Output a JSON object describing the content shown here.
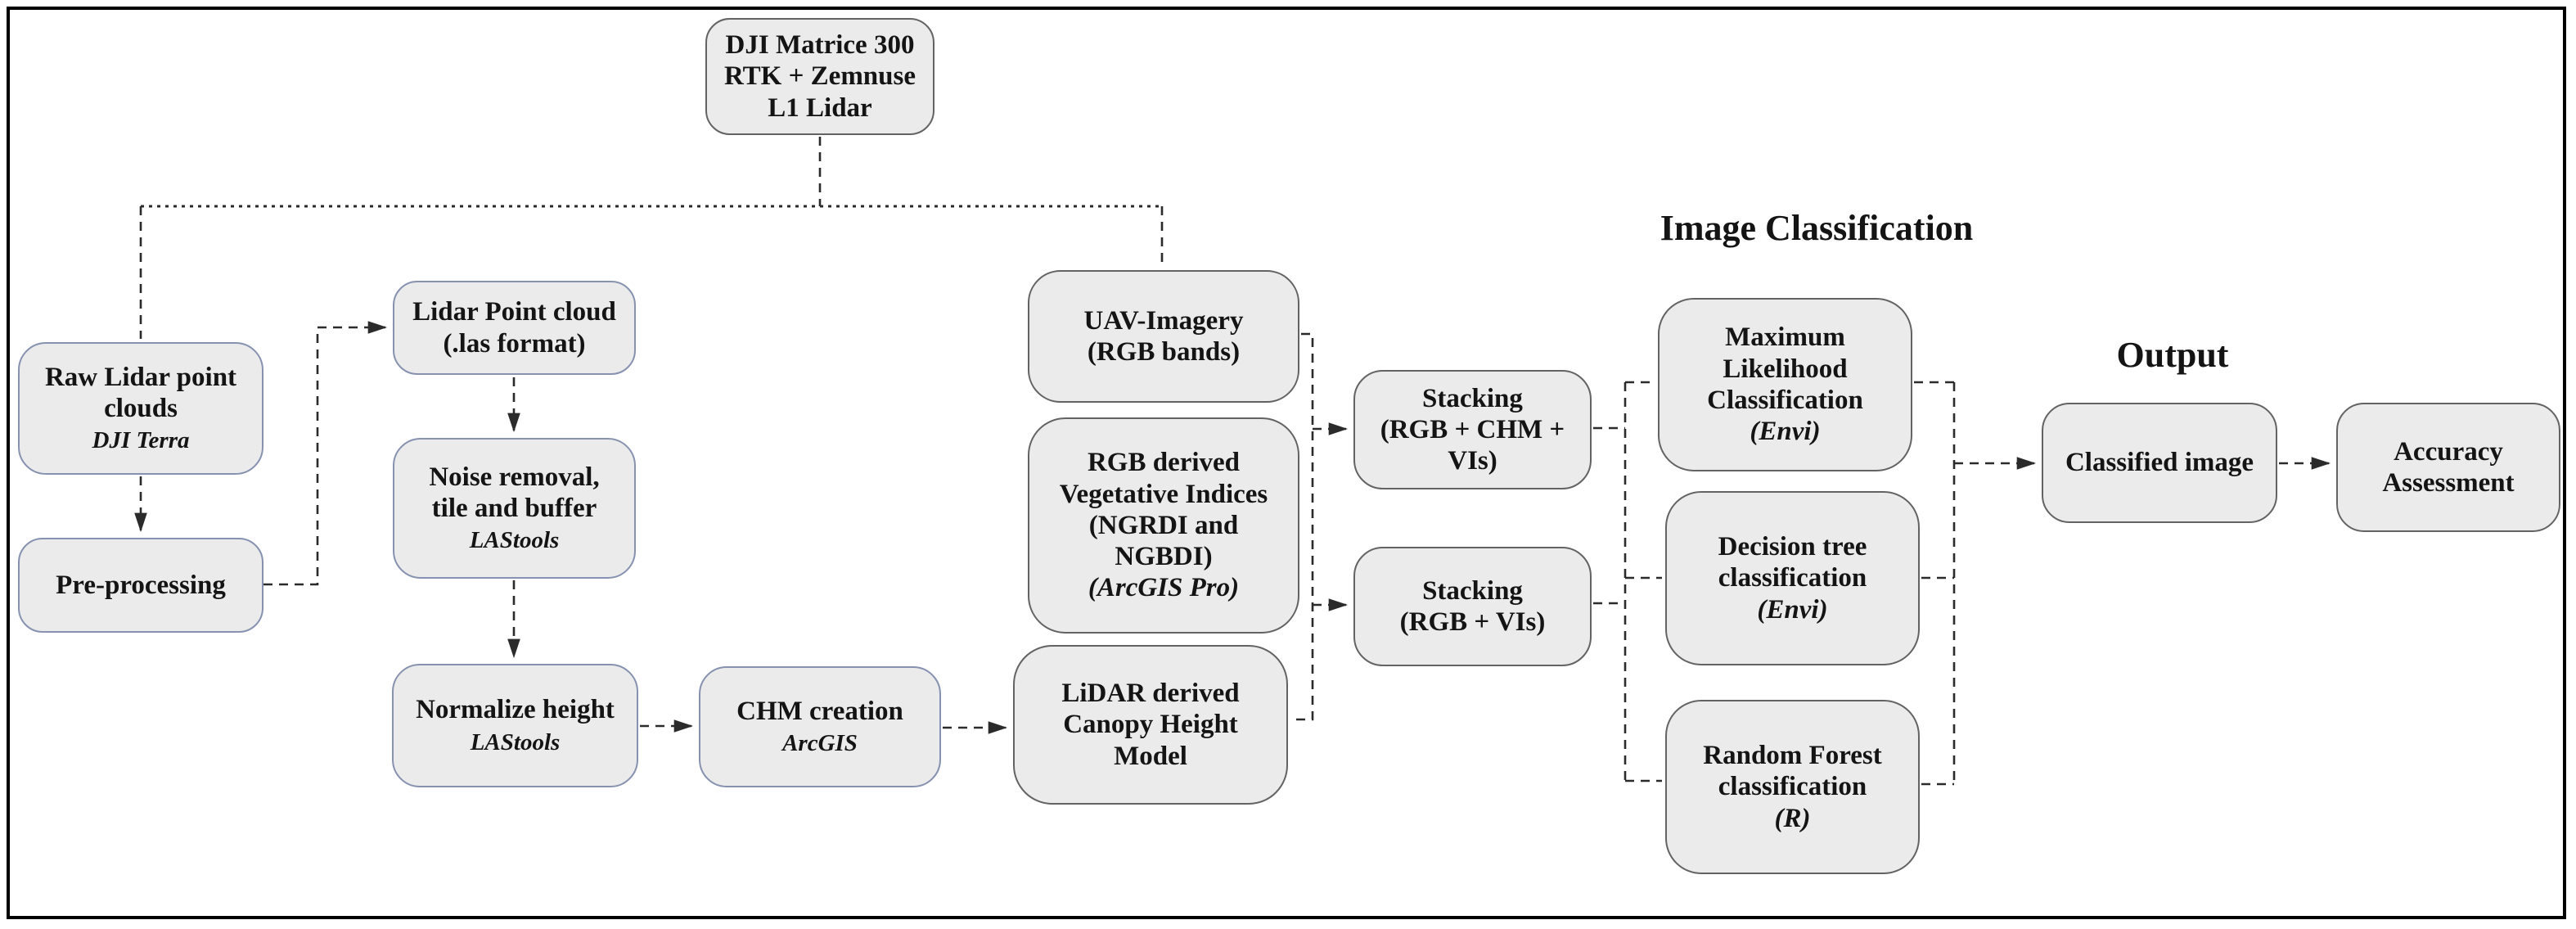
{
  "diagram": {
    "headings": {
      "image_classification": "Image Classification",
      "output": "Output"
    },
    "nodes": {
      "drone": {
        "label": "DJI Matrice 300\nRTK + Zemnuse\nL1 Lidar"
      },
      "raw": {
        "label": "Raw Lidar point\nclouds",
        "tool": "DJI Terra"
      },
      "pre": {
        "label": "Pre-processing"
      },
      "las": {
        "label": "Lidar Point cloud\n(.las format)"
      },
      "noise": {
        "label": "Noise removal,\ntile and buffer",
        "tool": "LAStools"
      },
      "normalize": {
        "label": "Normalize height",
        "tool": "LAStools"
      },
      "chm": {
        "label": "CHM creation",
        "tool": "ArcGIS"
      },
      "uav": {
        "label": "UAV-Imagery\n(RGB bands)"
      },
      "vi": {
        "label": "RGB derived\nVegetative Indices\n(NGRDI and\nNGBDI)",
        "tool": "(ArcGIS Pro)"
      },
      "lidarchm": {
        "label": "LiDAR derived\nCanopy Height\nModel"
      },
      "stack1": {
        "label": "Stacking\n(RGB + CHM +\nVIs)"
      },
      "stack2": {
        "label": "Stacking\n(RGB  + VIs)"
      },
      "mlc": {
        "label": "Maximum\nLikelihood\nClassification",
        "tool": "(Envi)"
      },
      "dt": {
        "label": "Decision tree\nclassification",
        "tool": "(Envi)"
      },
      "rf": {
        "label": "Random Forest\nclassification",
        "tool": "(R)"
      },
      "classified": {
        "label": "Classified image"
      },
      "accuracy": {
        "label": "Accuracy\nAssessment"
      }
    },
    "colors": {
      "box_fill": "#ebebeb",
      "box_border_blue": "#8792b0",
      "box_border_gray": "#636363",
      "wire": "#2b2b2b"
    }
  }
}
